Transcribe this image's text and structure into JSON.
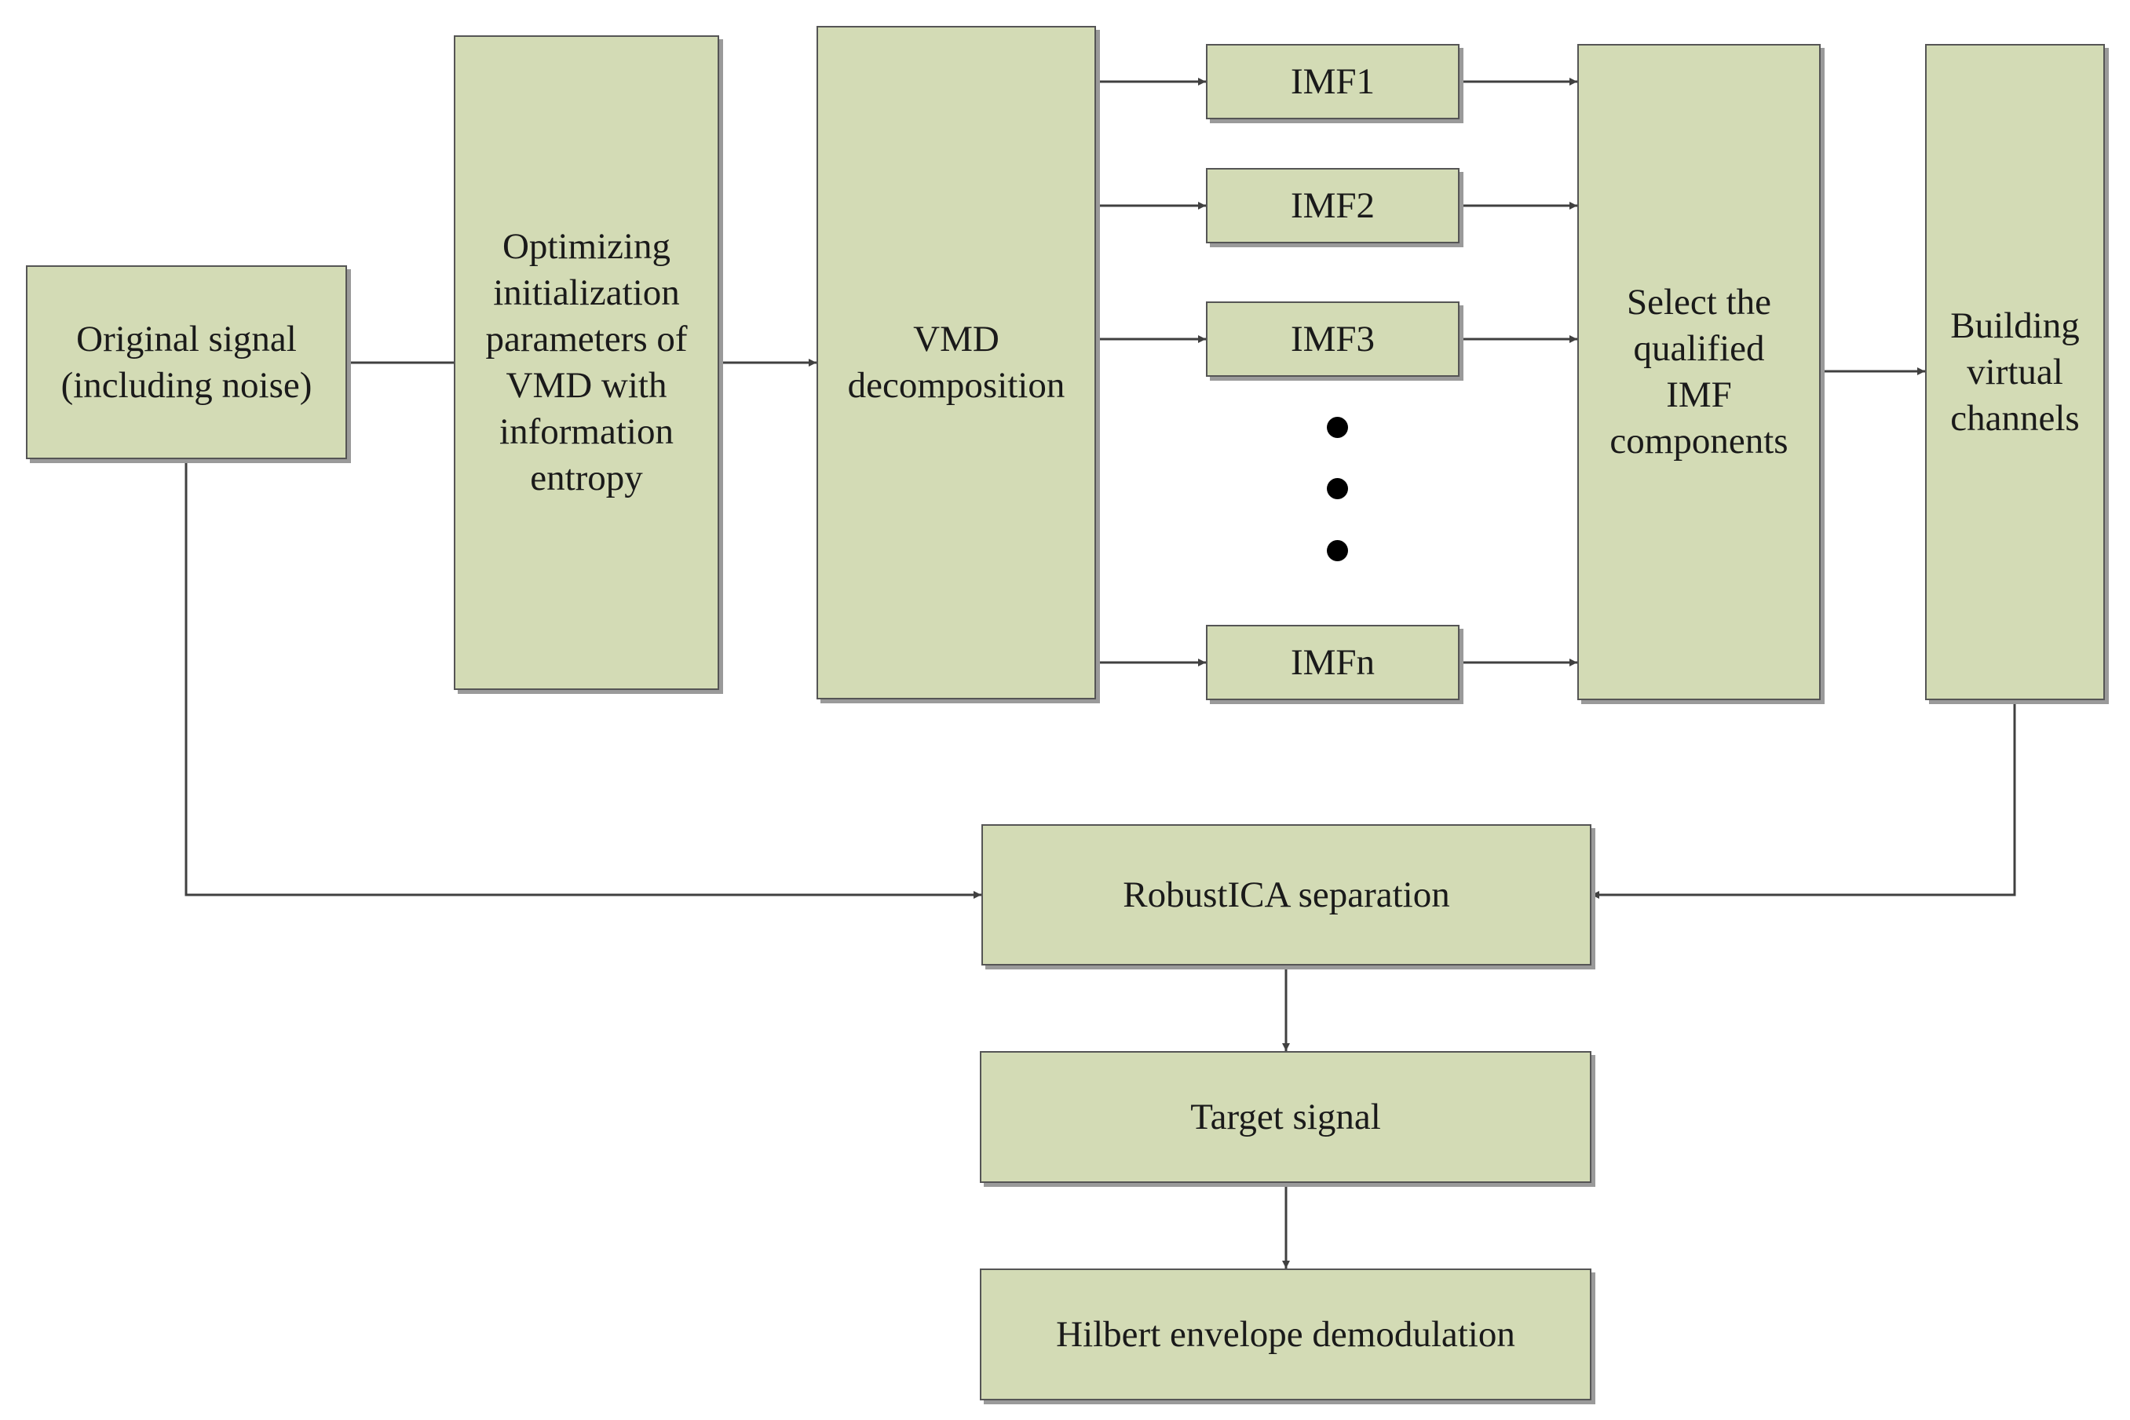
{
  "boxes": {
    "original": [
      "Original signal",
      "(including noise)"
    ],
    "optimizing": [
      "Optimizing",
      "initialization",
      "parameters of",
      "VMD with",
      "information",
      "entropy"
    ],
    "vmd": [
      "VMD",
      "decomposition"
    ],
    "imf1": [
      "IMF1"
    ],
    "imf2": [
      "IMF2"
    ],
    "imf3": [
      "IMF3"
    ],
    "imfn": [
      "IMFn"
    ],
    "select": [
      "Select the",
      "qualified",
      "IMF",
      "components"
    ],
    "building": [
      "Building",
      "virtual",
      "channels"
    ],
    "robust": [
      "RobustICA separation"
    ],
    "target": [
      "Target signal"
    ],
    "hilbert": [
      "Hilbert envelope demodulation"
    ]
  },
  "colors": {
    "box_fill": "#d3dbb5",
    "box_border": "#555555",
    "connector": "#404040"
  }
}
